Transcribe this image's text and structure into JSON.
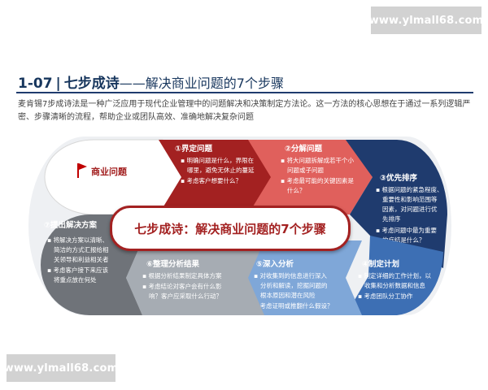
{
  "watermark": {
    "top": "www.ylmall68.com",
    "bottom": "www.ylmall68.com"
  },
  "header": {
    "number": "1-07",
    "separator": "|",
    "title": "七步成诗",
    "subtitle": "——解决商业问题的7个步骤"
  },
  "intro": "麦肯锡7步成诗法是一种广泛应用于现代企业管理中的问题解决和决策制定方法论。这一方法的核心思想在于通过一系列逻辑严密、步骤清晰的流程，帮助企业或团队高效、准确地解决复杂问题",
  "center": "七步成诗：解决商业问题的7个步骤",
  "start": {
    "label": "商业问题",
    "icon": "flag-icon"
  },
  "steps": [
    {
      "title": "①界定问题",
      "bullets": [
        "明确问题是什么，界限在哪里，避免无休止的蔓延",
        "考虑客户想要什么？"
      ]
    },
    {
      "title": "②分解问题",
      "bullets": [
        "将大问题拆解成若干个小问题或子问题",
        "考虑最可能的关键因素是什么？"
      ]
    },
    {
      "title": "③优先排序",
      "bullets": [
        "根据问题的紧急程度、重要性和影响范围等因素，对问题进行优先排序",
        "考虑问题中最为重要的症结是什么？"
      ]
    },
    {
      "title": "④制定计划",
      "bullets": [
        "制定详细的工作计划，以收集和分析数据和信息",
        "考虑团队分工协作"
      ]
    },
    {
      "title": "⑤深入分析",
      "bullets": [
        "对收集到的信息进行深入分析和解读，挖掘问题的根本原因和潜在风险",
        "考虑证明或推翻什么假设？"
      ]
    },
    {
      "title": "⑥整理分析结果",
      "bullets": [
        "根据分析结果制定具体方案",
        "考虑结论对客户会有什么影响？客户应采取什么行动？"
      ]
    },
    {
      "title": "⑦提出解决方案",
      "bullets": [
        "将解决方案以清晰、简洁的方式汇报给相关领导和利益相关者",
        "考虑客户接下来应该将重点放在何处"
      ]
    }
  ],
  "colors": {
    "dark_red": "#a32121",
    "salmon": "#e0605c",
    "navy": "#1f3b6e",
    "blue": "#3d6fb4",
    "light_blue": "#7fa7d8",
    "gray": "#a6acb3",
    "dark_gray": "#6f7379",
    "flag": "#c00000"
  }
}
